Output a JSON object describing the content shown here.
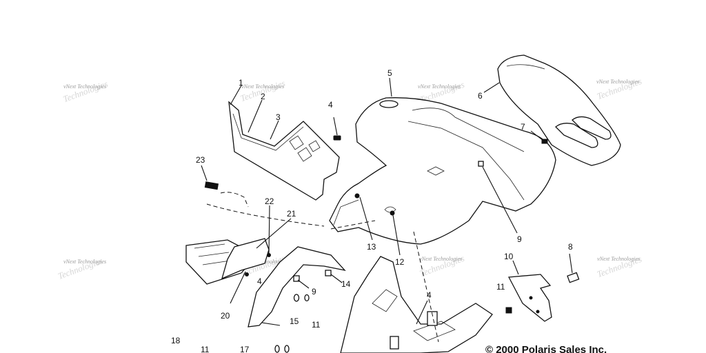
{
  "callouts": [
    "1",
    "2",
    "3",
    "4",
    "5",
    "6",
    "7",
    "8",
    "9",
    "9",
    "10",
    "11",
    "11",
    "11",
    "12",
    "13",
    "14",
    "15",
    "17",
    "18",
    "20",
    "21",
    "22",
    "23",
    "4",
    "4"
  ],
  "watermarks": [
    "vNext Technologies",
    "vNext Technologies",
    "vNext Technologies",
    "vNext Technologies",
    "vNext Technologies",
    "vNext Technologies",
    "vNext Technologies",
    "vNext Technologies"
  ],
  "copyright": "© 2000 Polaris Sales Inc."
}
